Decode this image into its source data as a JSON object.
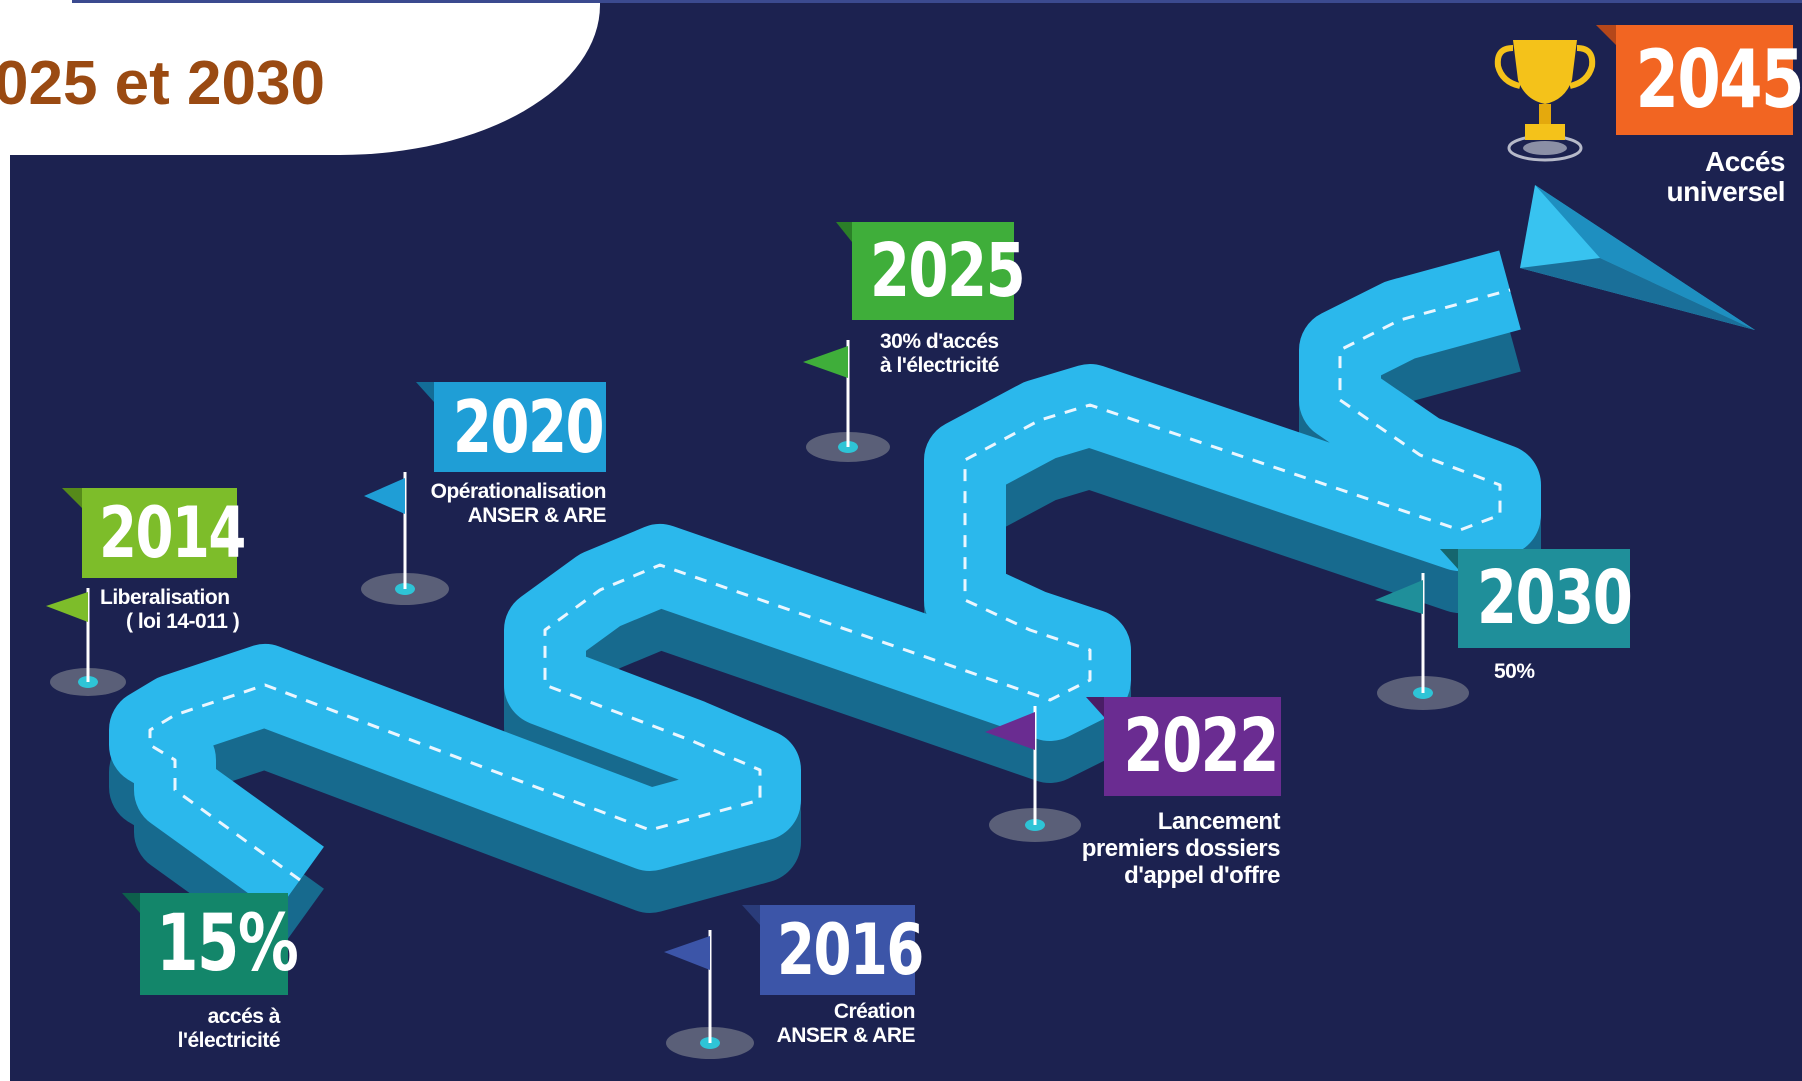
{
  "header": {
    "title": "025 et 2030"
  },
  "colors": {
    "background": "#1c2250",
    "road_top": "#29b6ea",
    "road_side": "#1b6f94",
    "title_text": "#9a4a12",
    "green_2014": "#7dbd2a",
    "blue_2020": "#1f9ed6",
    "green_2025": "#3fae3a",
    "orange_2045": "#f26522",
    "teal_2030": "#1f8f9a",
    "purple_2022": "#6a2c91",
    "blue_2016": "#3c55a8",
    "green_15": "#13866a"
  },
  "milestones": {
    "m15": {
      "year": "15%",
      "line1": "accés à",
      "line2": "l'électricité"
    },
    "m2014": {
      "year": "2014",
      "line1": "Liberalisation",
      "line2": "( loi 14-011 )"
    },
    "m2020": {
      "year": "2020",
      "line1": "Opérationalisation",
      "line2": "ANSER & ARE"
    },
    "m2025": {
      "year": "2025",
      "line1": "30% d'accés",
      "line2": "à l'électricité"
    },
    "m2016": {
      "year": "2016",
      "line1": "Création",
      "line2": "ANSER & ARE"
    },
    "m2022": {
      "year": "2022",
      "line1": "Lancement",
      "line2": "premiers dossiers",
      "line3": "d'appel d'offre"
    },
    "m2030": {
      "year": "2030",
      "line1": "50%"
    },
    "m2045": {
      "year": "2045",
      "line1": "Accés",
      "line2": "universel"
    }
  },
  "icons": [
    "trophy-icon",
    "flag-icon",
    "paper-plane-icon"
  ]
}
